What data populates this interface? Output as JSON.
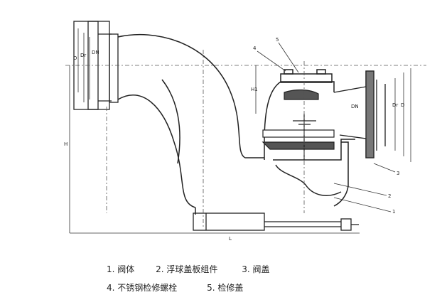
{
  "dimension_labels": {
    "d_left": "D",
    "dr_left": "Dr",
    "dn_left": "DN",
    "h_total": "H",
    "h1": "H1",
    "dn_right": "DN",
    "dr_right": "Dr",
    "d_right": "D",
    "length": "L"
  },
  "part_callouts": [
    "4",
    "5",
    "3",
    "2",
    "1"
  ],
  "legend": [
    {
      "num": "1.",
      "text": "阀体"
    },
    {
      "num": "2.",
      "text": "浮球盖板组件"
    },
    {
      "num": "3.",
      "text": "阀盖"
    },
    {
      "num": "4.",
      "text": "不锈钢检修螺栓"
    },
    {
      "num": "5.",
      "text": "检修盖"
    }
  ]
}
